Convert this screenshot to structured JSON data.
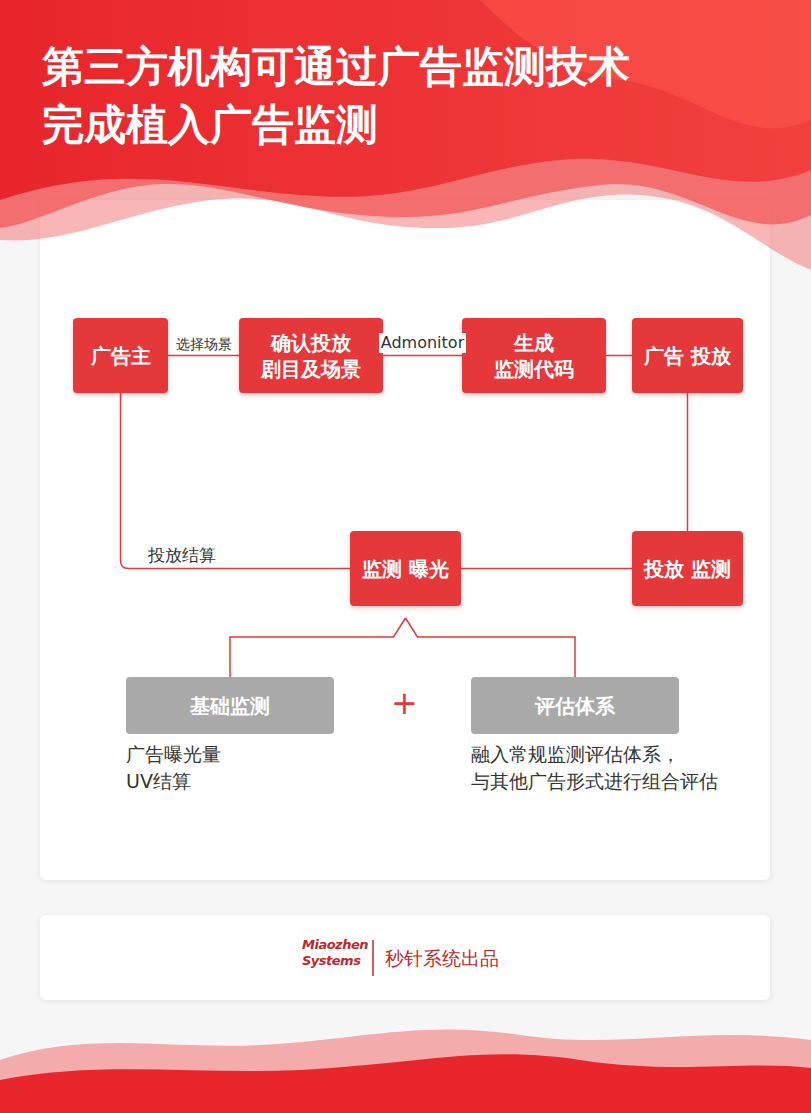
{
  "diagram": {
    "title": "第三方机构可通过广告监测技术 完成植入广告监测",
    "nodes": [
      {
        "text": [
          "广告主"
        ]
      },
      {
        "text": [
          "确认投放 剧目及场景"
        ]
      },
      {
        "text": [
          "生成 监测代码"
        ]
      },
      {
        "text": [
          "广告 投放"
        ]
      },
      {
        "text": [
          "监测 曝光"
        ]
      },
      {
        "text": [
          "投放 监测"
        ]
      },
      {
        "text": [
          "基础监测"
        ]
      },
      {
        "text": [
          "评估体系"
        ]
      }
    ],
    "edges": [
      {
        "from": 0,
        "to": 1,
        "label": "选择场景",
        "arrow": "none"
      },
      {
        "from": 1,
        "to": 2,
        "label": "Admonitor",
        "arrow": "none"
      },
      {
        "from": 2,
        "to": 3,
        "arrow": "none"
      },
      {
        "from": 3,
        "to": 5,
        "arrow": "none"
      },
      {
        "from": 5,
        "to": 4,
        "arrow": "none"
      },
      {
        "from": 4,
        "to": 0,
        "label": "投放结算",
        "arrow": "none"
      },
      {
        "from": 4,
        "to": 6,
        "arrow": "none"
      },
      {
        "from": 4,
        "to": 7,
        "arrow": "none"
      }
    ],
    "labels": [
      "广告曝光量 UV结算",
      "融入常规监测评估体系， 与其他广告形式进行组合评估",
      "+",
      "Miaozhen Systems",
      "秒针系统出品"
    ]
  }
}
